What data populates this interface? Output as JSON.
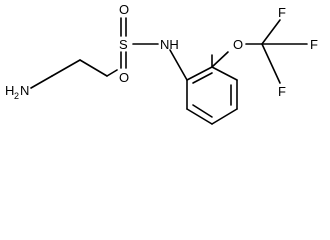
{
  "structure": {
    "atoms": {
      "amine": "H",
      "amine_n": "N",
      "amine_sub": "2",
      "sulfur": "S",
      "oxygen_top": "O",
      "oxygen_bottom": "O",
      "nh": "NH",
      "ether_o": "O",
      "f_top": "F",
      "f_right": "F",
      "f_bottom": "F"
    },
    "colors": {
      "ink": "#000000",
      "background": "#ffffff"
    }
  }
}
